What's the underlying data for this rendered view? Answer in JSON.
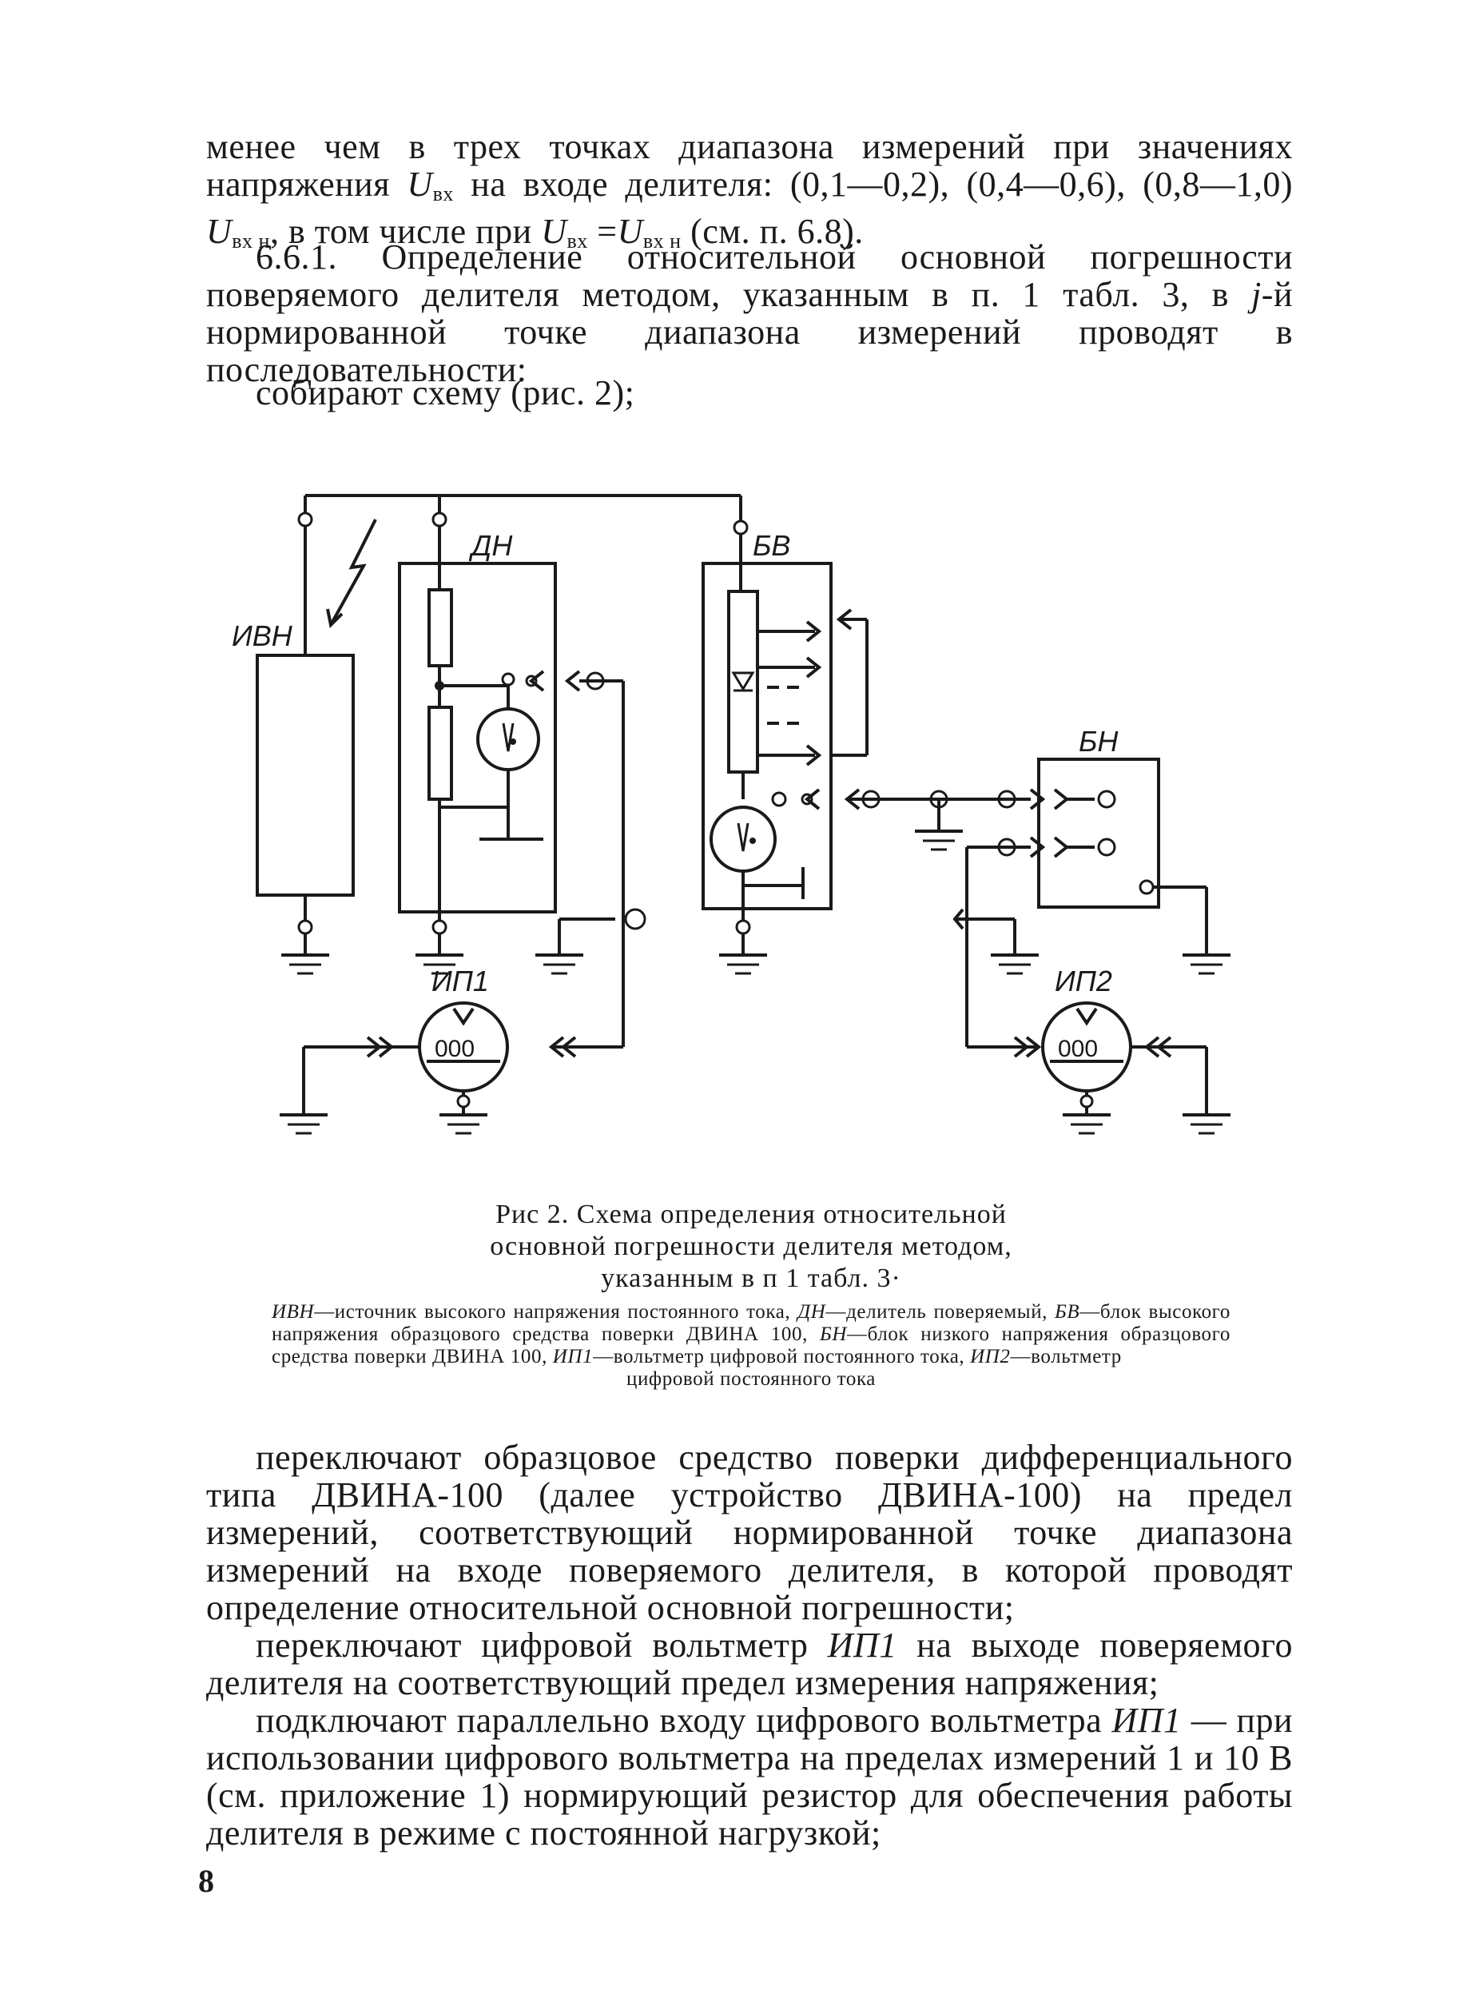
{
  "page": {
    "p1": {
      "before_u1": "менее чем в трех точках диапазона измерений при значениях напряжения ",
      "u": "U",
      "u_sub_in": "вх",
      "middle1": " на входе делителя: (0,1—0,2), (0,4—0,6), (0,8—1,0) ",
      "u_sub_in_nom": "вх н",
      "middle2": ", в том числе при ",
      "eq": " =",
      "end": " (см. п. 6.8)."
    },
    "p2_start": "6.6.1. Определение относительной основной погрешности поверяемого делителя методом, указанным в п. 1 табл. 3, в ",
    "p2_j": "j",
    "p2_end": "-й нормированной точке диапазона измерений проводят в последовательности:",
    "p3": "собирают схему (рис. 2);",
    "figure": {
      "labels": {
        "ivn": "ИВН",
        "dn": "ДН",
        "bv": "БВ",
        "bn": "БН",
        "ip1": "ИП1",
        "ip2": "ИП2",
        "display_digits": "000"
      },
      "caption": "Рис 2. Схема определения относительной основной погрешности делителя методом, указанным в п 1 табл. 3·",
      "legend": {
        "ivn_abbr": "ИВН",
        "ivn_text": "—источник высокого напряжения постоянного тока, ",
        "dn_abbr": "ДН",
        "dn_text": "—делитель поверяемый, ",
        "bv_abbr": "БВ",
        "bv_text": "—блок высокого напряжения образцового средства поверки ДВИНА 100, ",
        "bn_abbr": "БН",
        "bn_text": "—блок низкого напряжения образцового средства поверки ДВИНА 100, ",
        "ip1_abbr": "ИП1",
        "ip1_text": "—вольтметр цифровой постоянного тока, ",
        "ip2_abbr": "ИП2",
        "ip2_text": "—вольтметр",
        "last_line": "цифровой постоянного тока"
      }
    },
    "p4": "переключают образцовое средство поверки дифференциального типа ДВИНА-100 (далее устройство ДВИНА-100) на предел измерений, соответствующий нормированной точке диапазона измерений на входе поверяемого делителя, в которой проводят определение относительной основной погрешности;",
    "p5_start": "переключают цифровой вольтметр ",
    "p5_ip": "ИП1",
    "p5_end": " на выходе поверяемого делителя на соответствующий предел измерения напряжения;",
    "p6_start": "подключают параллельно входу цифрового вольтметра ",
    "p6_ip": "ИП1",
    "p6_end": " — при использовании цифрового вольтметра на пределах измерений 1 и 10 В (см. приложение 1) нормирующий резистор для обеспечения работы делителя в режиме с постоянной нагрузкой;",
    "page_number": "8"
  }
}
